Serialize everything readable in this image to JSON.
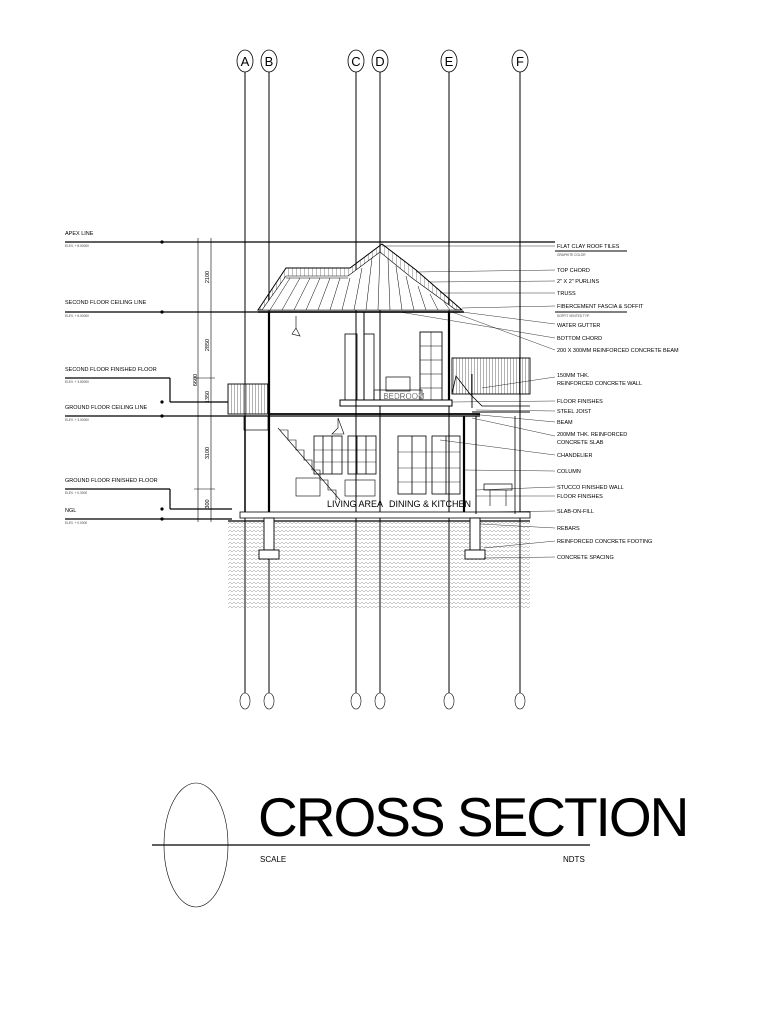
{
  "grid_labels": [
    "A",
    "B",
    "C",
    "D",
    "E",
    "F"
  ],
  "level_labels": [
    {
      "label": "APEX LINE",
      "elevation": "ELEV. + 8.00000"
    },
    {
      "label": "SECOND FLOOR CEILING LINE",
      "elevation": "ELEV. + 6.00000"
    },
    {
      "label": "SECOND FLOOR FINISHED FLOOR",
      "elevation": "ELEV. + 3.50000"
    },
    {
      "label": "GROUND FLOOR CEILING LINE",
      "elevation": "ELEV. + 3.00000"
    },
    {
      "label": "GROUND FLOOR FINISHED FLOOR",
      "elevation": "ELEV. + 0.3000"
    },
    {
      "label": "NGL",
      "elevation": "ELEV. + 0.0000"
    }
  ],
  "dimensions": [
    "2100",
    "2850",
    "6600",
    "1350",
    "3100",
    "300"
  ],
  "room_labels": [
    "BEDROOM",
    "LIVING AREA",
    "DINING & KITCHEN"
  ],
  "callouts": [
    {
      "text": "FLAT CLAY ROOF TILES",
      "sub": "GRAPHITE COLOR"
    },
    {
      "text": "TOP CHORD"
    },
    {
      "text": "2\" X 2\" PURLINS"
    },
    {
      "text": "TRUSS"
    },
    {
      "text": "FIBERCEMENT FASCIA & SOFFIT",
      "sub": "SOFFIT VENTED TYP."
    },
    {
      "text": "WATER GUTTER"
    },
    {
      "text": "BOTTOM CHORD"
    },
    {
      "text": "200 X 300MM REINFORCED CONCRETE BEAM"
    },
    {
      "text": "150MM THK.",
      "line2": "REINFORCED CONCRETE WALL"
    },
    {
      "text": "FLOOR FINISHES"
    },
    {
      "text": "STEEL JOIST"
    },
    {
      "text": "BEAM"
    },
    {
      "text": "200MM THK. REINFORCED",
      "line2": "CONCRETE SLAB"
    },
    {
      "text": "CHANDELIER"
    },
    {
      "text": "COLUMN"
    },
    {
      "text": "STUCCO FINISHED WALL"
    },
    {
      "text": "FLOOR FINISHES"
    },
    {
      "text": "SLAB-ON-FILL"
    },
    {
      "text": "REBARS"
    },
    {
      "text": "REINFORCED CONCRETE FOOTING"
    },
    {
      "text": "CONCRETE SPACING"
    }
  ],
  "title_block": {
    "title": "CROSS SECTION",
    "scale_label": "SCALE",
    "scale_value": "NDTS"
  }
}
